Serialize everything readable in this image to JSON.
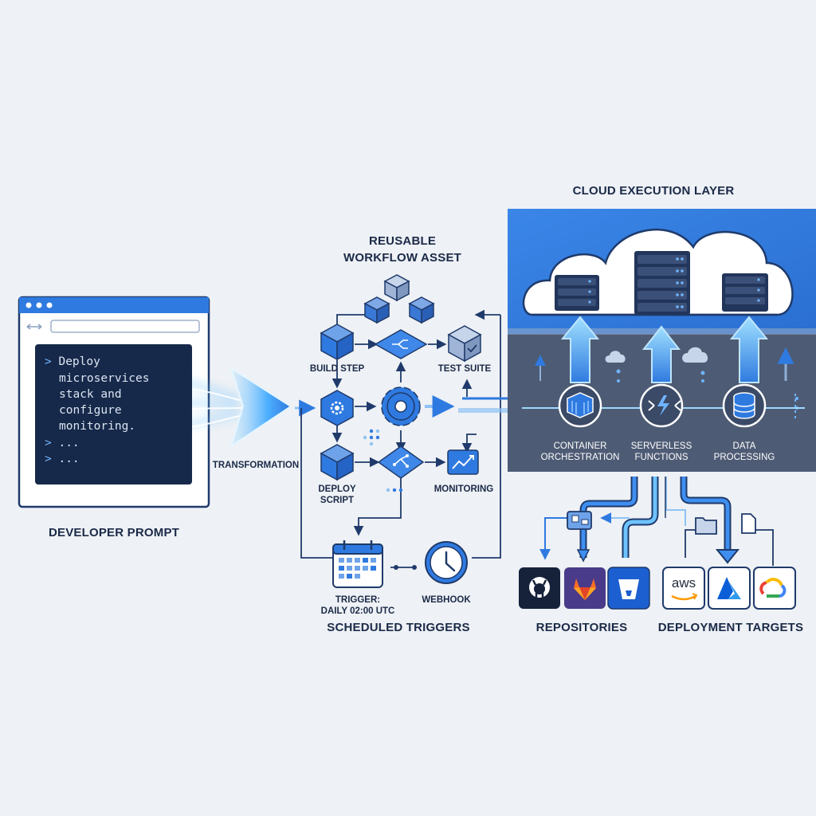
{
  "developer_prompt": {
    "label": "DEVELOPER PROMPT",
    "terminal_lines": [
      {
        "prompt": ">",
        "text": "Deploy"
      },
      {
        "prompt": "",
        "text": "microservices"
      },
      {
        "prompt": "",
        "text": "stack and"
      },
      {
        "prompt": "",
        "text": "configure"
      },
      {
        "prompt": "",
        "text": "monitoring."
      },
      {
        "prompt": ">",
        "text": "..."
      },
      {
        "prompt": ">",
        "text": "..."
      }
    ]
  },
  "transformation": {
    "label": "TRANSFORMATION"
  },
  "workflow": {
    "title_line1": "REUSABLE",
    "title_line2": "WORKFLOW ASSET",
    "build_step": "BUILD STEP",
    "test_suite": "TEST SUITE",
    "deploy_script_line1": "DEPLOY",
    "deploy_script_line2": "SCRIPT",
    "monitoring": "MONITORING"
  },
  "triggers": {
    "trigger_line1": "TRIGGER:",
    "trigger_line2": "DAILY 02:00 UTC",
    "webhook": "WEBHOOK",
    "label": "SCHEDULED TRIGGERS"
  },
  "cloud": {
    "title": "CLOUD EXECUTION LAYER",
    "services": [
      {
        "line1": "CONTAINER",
        "line2": "ORCHESTRATION",
        "icon": "container-icon"
      },
      {
        "line1": "SERVERLESS",
        "line2": "FUNCTIONS",
        "icon": "lambda-icon"
      },
      {
        "line1": "DATA",
        "line2": "PROCESSING",
        "icon": "database-icon"
      }
    ]
  },
  "repositories": {
    "label": "REPOSITORIES",
    "items": [
      "github-icon",
      "gitlab-icon",
      "bitbucket-icon"
    ]
  },
  "deployment_targets": {
    "label": "DEPLOYMENT TARGETS",
    "aws_text": "aws",
    "items": [
      "aws-icon",
      "azure-icon",
      "google-cloud-icon"
    ]
  },
  "colors": {
    "accent": "#2f7ae0",
    "navy": "#17294a",
    "dark_panel": "#4e5b74",
    "background": "#eef1f5"
  }
}
